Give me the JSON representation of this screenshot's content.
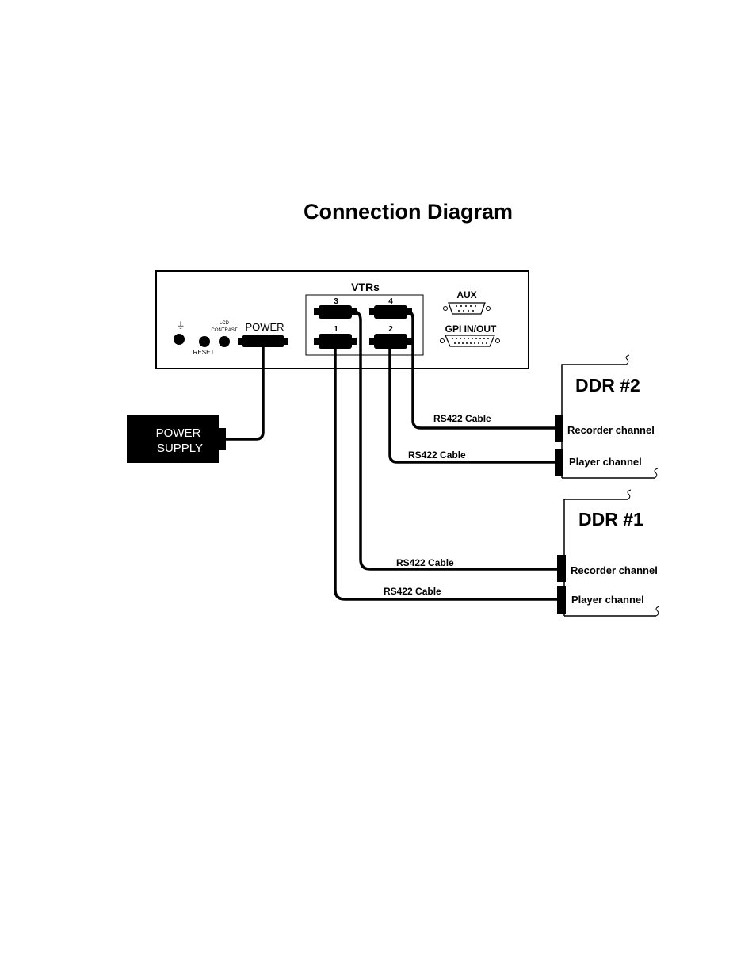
{
  "title": "Connection Diagram",
  "device": {
    "ground_symbol": "⏚",
    "reset_label": "RESET",
    "lcd_label_line1": "LCD",
    "lcd_label_line2": "CONTRAST",
    "power_label": "POWER",
    "vtrs_label": "VTRs",
    "ports": {
      "p1": "1",
      "p2": "2",
      "p3": "3",
      "p4": "4"
    },
    "aux_label": "AUX",
    "gpi_label": "GPI IN/OUT"
  },
  "power_supply": {
    "line1": "POWER",
    "line2": "SUPPLY"
  },
  "ddr2": {
    "label": "DDR #2",
    "recorder_label": "Recorder channel",
    "player_label": "Player channel",
    "recorder_cable": "RS422 Cable",
    "player_cable": "RS422 Cable"
  },
  "ddr1": {
    "label": "DDR #1",
    "recorder_label": "Recorder channel",
    "player_label": "Player channel",
    "recorder_cable": "RS422 Cable",
    "player_cable": "RS422 Cable"
  }
}
